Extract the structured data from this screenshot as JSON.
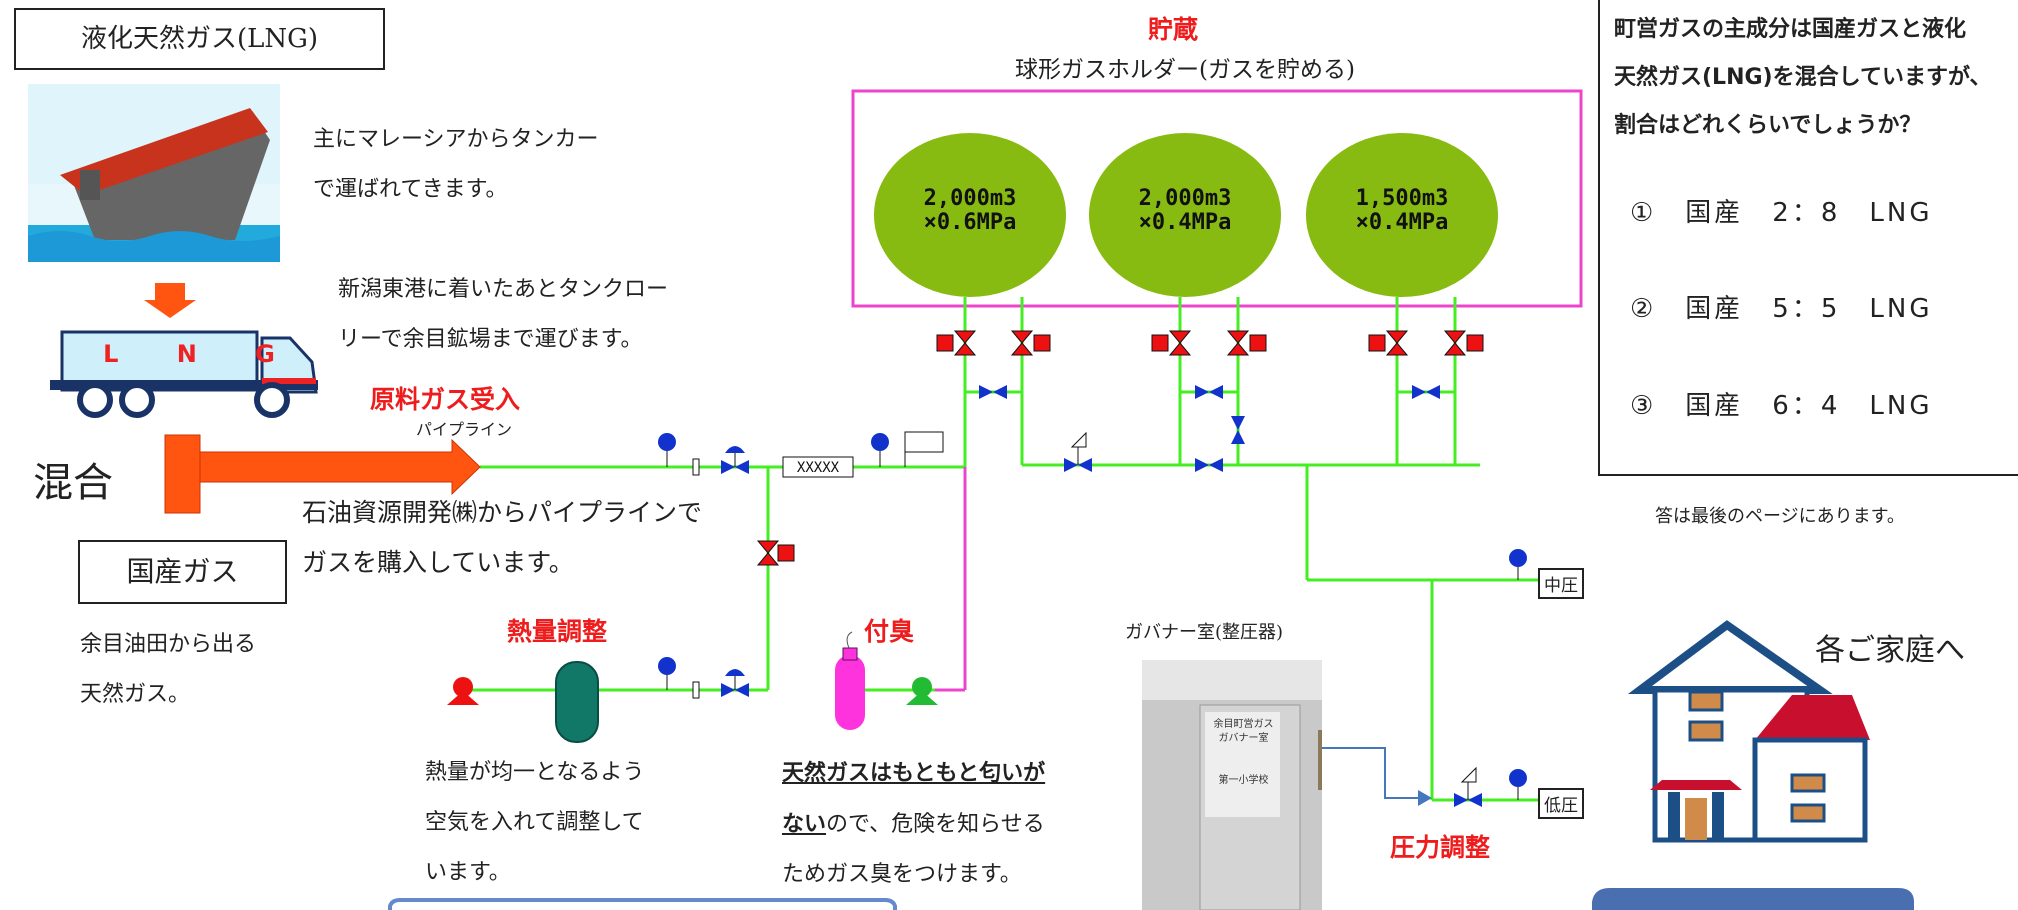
{
  "lng": {
    "title": "液化天然ガス(LNG)",
    "tanker_desc": [
      "主にマレーシアからタンカー",
      "で運ばれてきます。"
    ],
    "lorry_desc": [
      "新潟東港に着いたあとタンクロー",
      "リーで余目鉱場まで運びます。"
    ],
    "lorry_text": [
      "L",
      "N",
      "G"
    ]
  },
  "mix_label": "混合",
  "domestic": {
    "title": "国産ガス",
    "desc": [
      "余目油田から出る",
      "天然ガス。"
    ]
  },
  "raw_gas": {
    "label": "原料ガス受入",
    "sub": "パイプライン"
  },
  "pipeline_desc": [
    "石油資源開発㈱からパイプラインで",
    "ガスを購入しています。"
  ],
  "storage": {
    "label": "貯蔵",
    "sub": "球形ガスホルダー(ガスを貯める)",
    "tanks": [
      {
        "line1": "2,000m3",
        "line2": "×0.6MPa"
      },
      {
        "line1": "2,000m3",
        "line2": "×0.4MPa"
      },
      {
        "line1": "1,500m3",
        "line2": "×0.4MPa"
      }
    ]
  },
  "heat": {
    "label": "熱量調整",
    "desc": [
      "熱量が均一となるよう",
      "空気を入れて調整して",
      "います。"
    ]
  },
  "odor": {
    "label": "付臭",
    "desc_underlined_1": "天然ガスはもともと匂いが",
    "desc_underlined_2": "ない",
    "desc_rest_2": "ので、危険を知らせる",
    "desc_3": "ためガス臭をつけます。"
  },
  "governor": {
    "caption": "ガバナー室(整圧器)",
    "sign": [
      "余目町営ガス",
      "ガバナー室",
      "第一小学校"
    ]
  },
  "pressure": {
    "label": "圧力調整",
    "mid": "中圧",
    "low": "低圧"
  },
  "quiz": {
    "question": [
      "町営ガスの主成分は国産ガスと液化",
      "天然ガス(LNG)を混合していますが、",
      "割合はどれくらいでしょうか？"
    ],
    "options": [
      "①　国産　2：8　LNG",
      "②　国産　5：5　LNG",
      "③　国産　6：4　LNG"
    ],
    "answer_note": "答は最後のページにあります。"
  },
  "home_label": "各ご家庭へ",
  "colors": {
    "pipe": "#44ee22",
    "pink": "#ee44cc",
    "tank": "#88bb11",
    "arrow": "#ff5511",
    "valve_red": "#ee1111",
    "valve_blue": "#1133cc"
  }
}
